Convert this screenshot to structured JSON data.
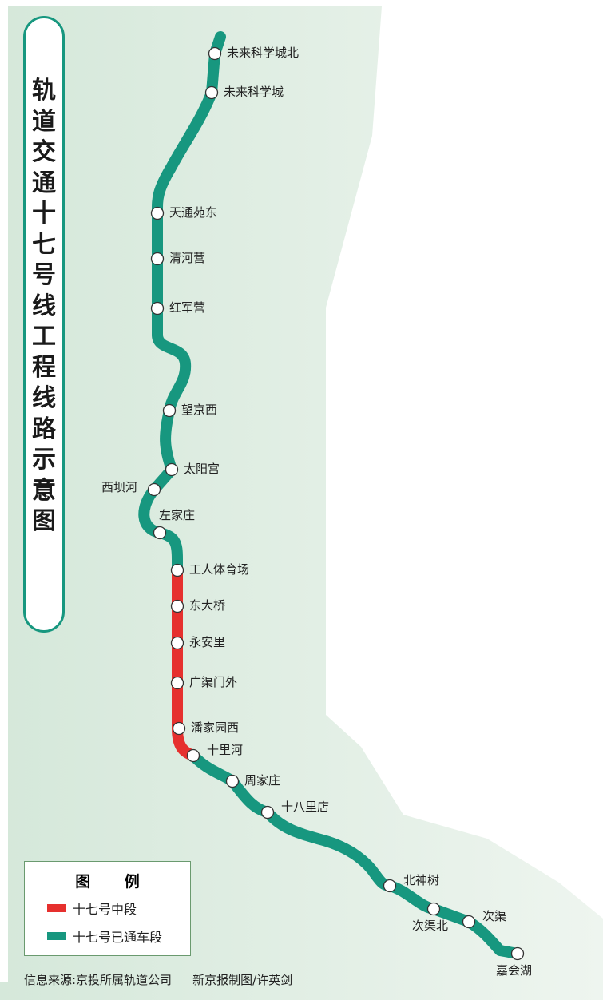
{
  "title_chars": [
    "轨",
    "道",
    "交",
    "通",
    "十",
    "七",
    "号",
    "线",
    "工",
    "程",
    "线",
    "路",
    "示",
    "意",
    "图"
  ],
  "colors": {
    "operating": "#17977f",
    "middle_section": "#e6302e",
    "background": "#dcebe0"
  },
  "stations": [
    {
      "name": "未来科学城北",
      "segment": "operating"
    },
    {
      "name": "未来科学城",
      "segment": "operating"
    },
    {
      "name": "天通苑东",
      "segment": "operating"
    },
    {
      "name": "清河营",
      "segment": "operating"
    },
    {
      "name": "红军营",
      "segment": "operating"
    },
    {
      "name": "望京西",
      "segment": "operating"
    },
    {
      "name": "太阳宫",
      "segment": "operating"
    },
    {
      "name": "西坝河",
      "segment": "operating"
    },
    {
      "name": "左家庄",
      "segment": "operating"
    },
    {
      "name": "工人体育场",
      "segment": "middle"
    },
    {
      "name": "东大桥",
      "segment": "middle"
    },
    {
      "name": "永安里",
      "segment": "middle"
    },
    {
      "name": "广渠门外",
      "segment": "middle"
    },
    {
      "name": "潘家园西",
      "segment": "middle"
    },
    {
      "name": "十里河",
      "segment": "operating"
    },
    {
      "name": "周家庄",
      "segment": "operating"
    },
    {
      "name": "十八里店",
      "segment": "operating"
    },
    {
      "name": "北神树",
      "segment": "operating"
    },
    {
      "name": "次渠北",
      "segment": "operating"
    },
    {
      "name": "次渠",
      "segment": "operating"
    },
    {
      "name": "嘉会湖",
      "segment": "operating"
    }
  ],
  "legend": {
    "title": "图 例",
    "items": [
      {
        "label": "十七号中段",
        "color": "#e6302e"
      },
      {
        "label": "十七号已通车段",
        "color": "#17977f"
      }
    ]
  },
  "footer": {
    "source": "信息来源:京投所属轨道公司",
    "credit": "新京报制图/许英剑"
  }
}
